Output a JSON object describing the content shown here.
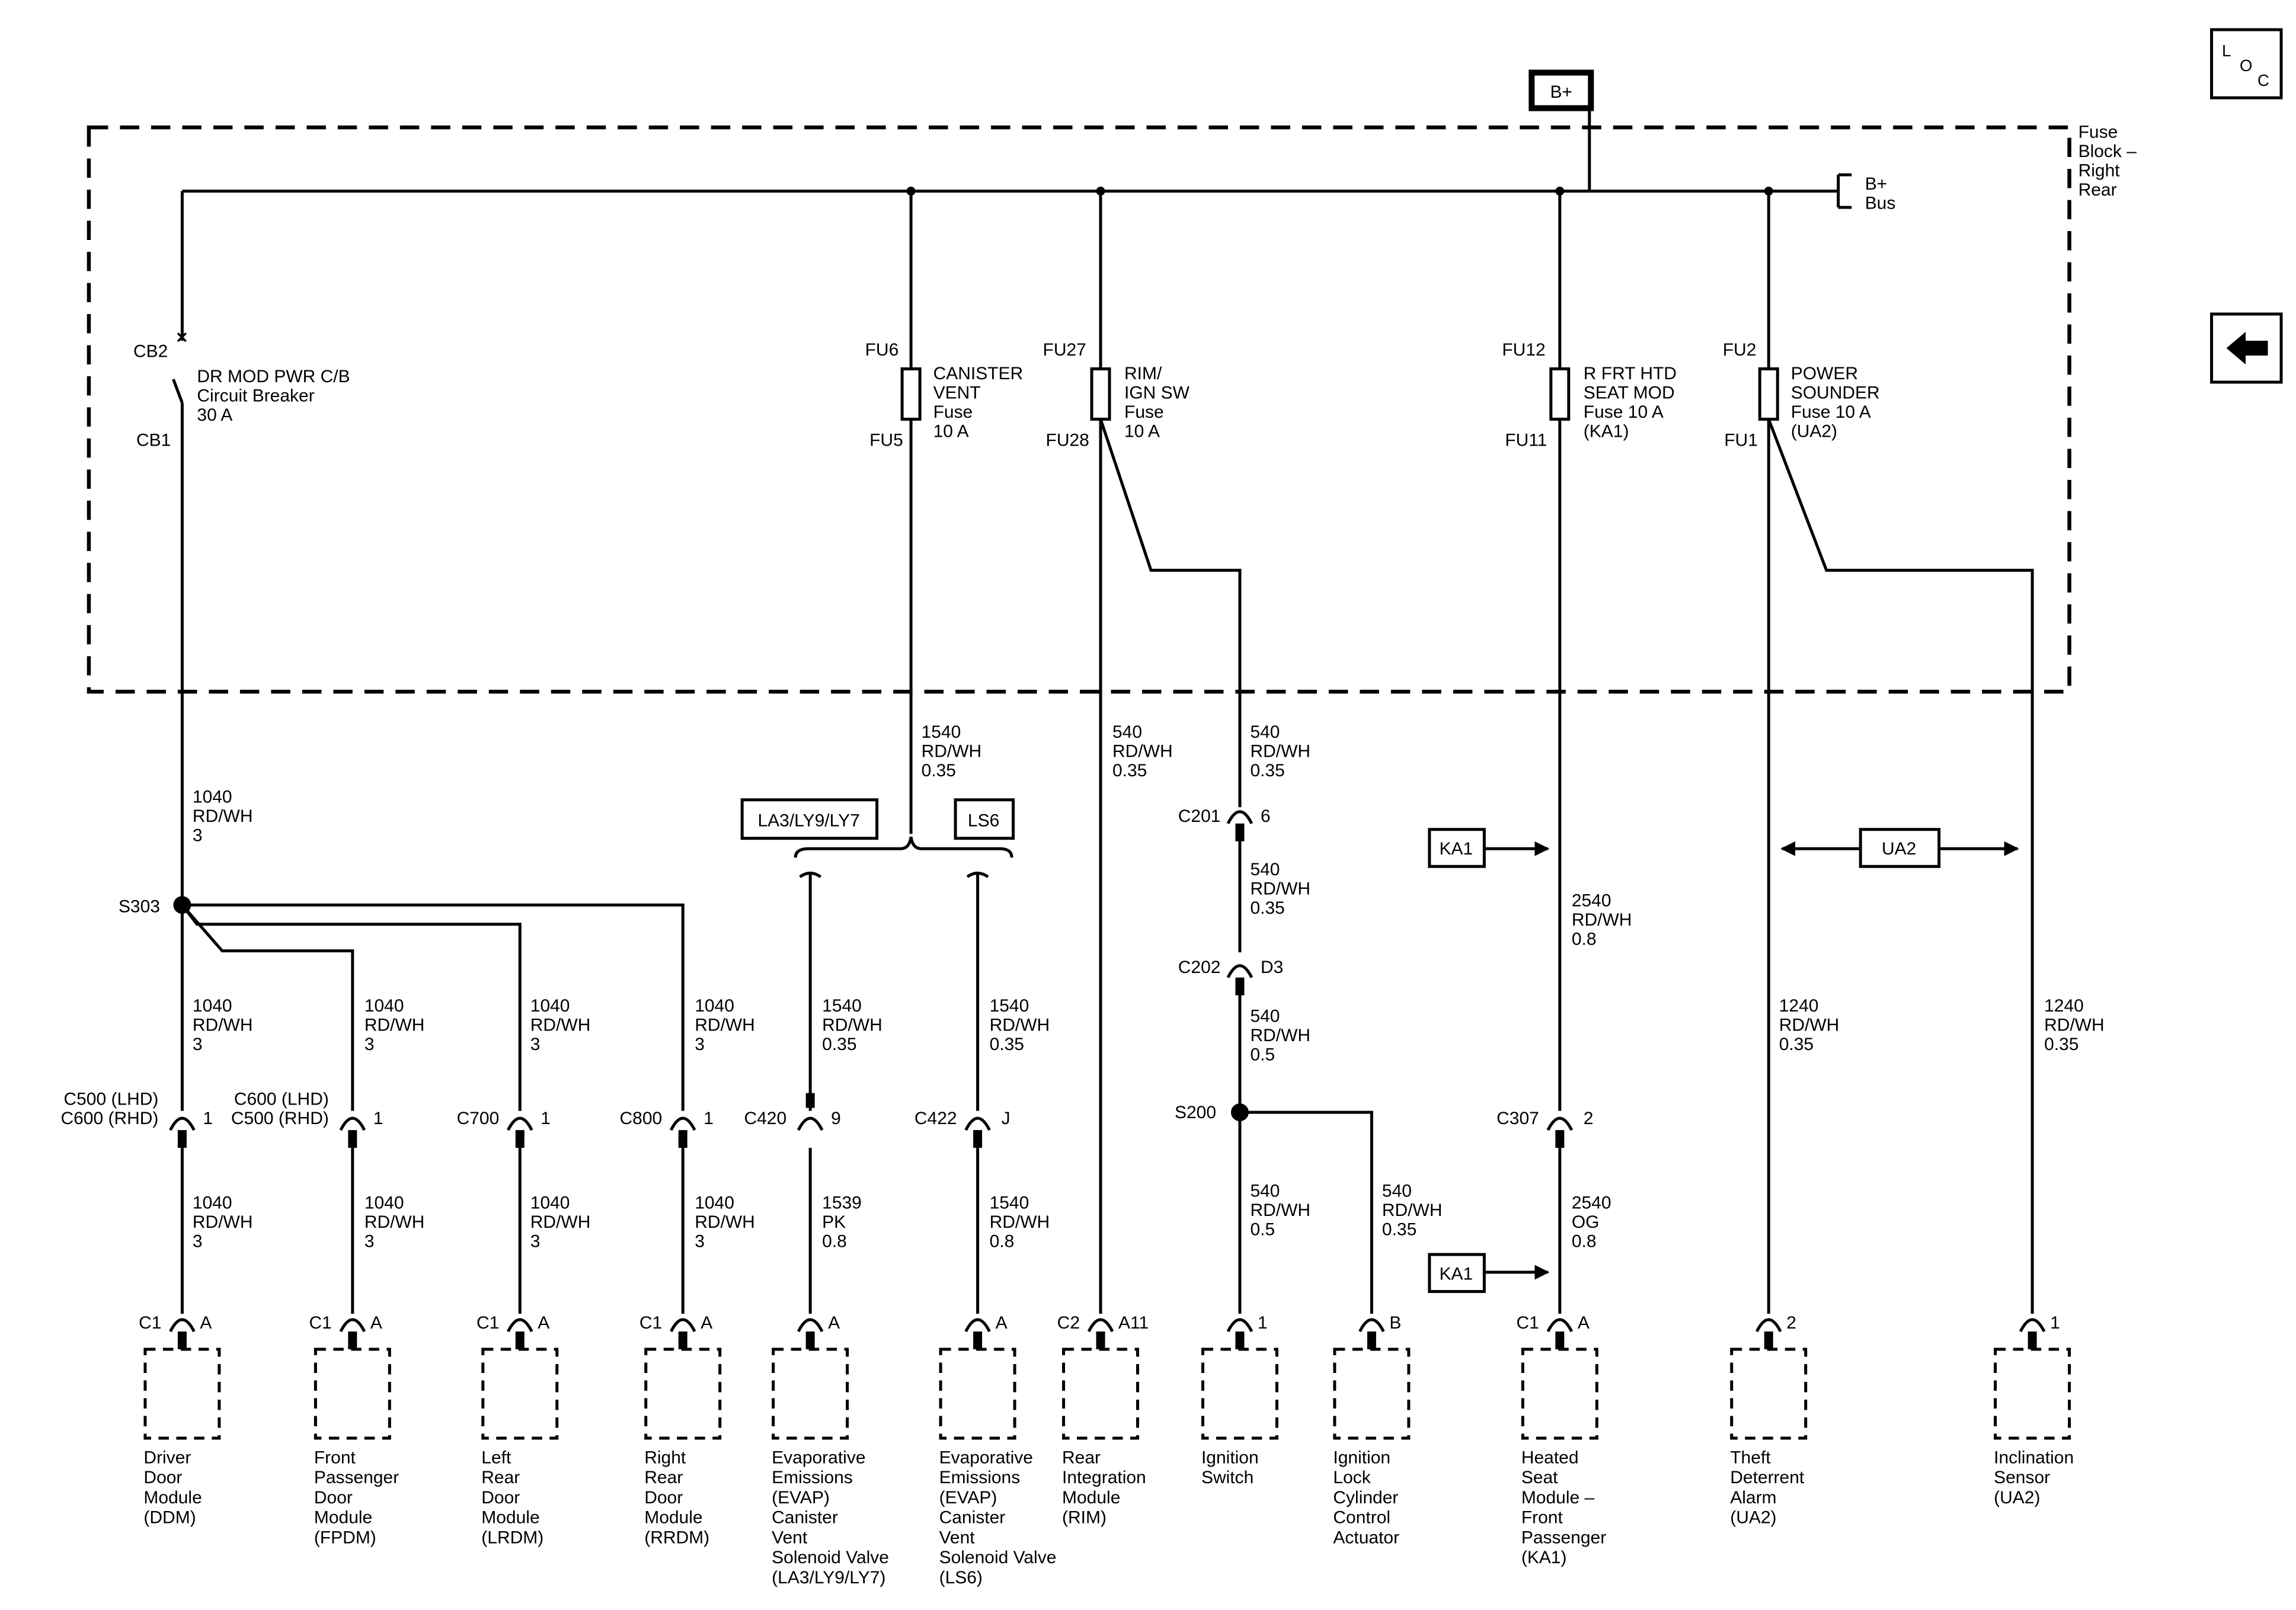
{
  "power_source": {
    "label": "B+"
  },
  "loc_icon": {
    "l": "L",
    "o": "O",
    "c": "C"
  },
  "back_icon": {
    "glyph": "🡄"
  },
  "fuse_block": {
    "name_lines": [
      "Fuse",
      "Block –",
      "Right",
      "Rear"
    ],
    "bus_lines": [
      "B+",
      "Bus"
    ]
  },
  "fuses": [
    {
      "top_pin": "CB2",
      "bottom_pin": "CB1",
      "lines": [
        "DR MOD PWR C/B",
        "Circuit Breaker",
        "30 A"
      ]
    },
    {
      "top_pin": "FU6",
      "bottom_pin": "FU5",
      "lines": [
        "CANISTER",
        "VENT",
        "Fuse",
        "10 A"
      ]
    },
    {
      "top_pin": "FU27",
      "bottom_pin": "FU28",
      "lines": [
        "RIM/",
        "IGN SW",
        "Fuse",
        "10 A"
      ]
    },
    {
      "top_pin": "FU12",
      "bottom_pin": "FU11",
      "lines": [
        "R FRT HTD",
        "SEAT MOD",
        "Fuse 10 A",
        "(KA1)"
      ]
    },
    {
      "top_pin": "FU2",
      "bottom_pin": "FU1",
      "lines": [
        "POWER",
        "SOUNDER",
        "Fuse 10 A",
        "(UA2)"
      ]
    }
  ],
  "wire_labels": [
    [
      "1040",
      "RD/WH",
      "3"
    ],
    [
      "1540",
      "RD/WH",
      "0.35"
    ],
    [
      "540",
      "RD/WH",
      "0.35"
    ],
    [
      "540",
      "RD/WH",
      "0.35"
    ],
    [
      "540",
      "RD/WH",
      "0.35"
    ],
    [
      "540",
      "RD/WH",
      "0.5"
    ],
    [
      "2540",
      "RD/WH",
      "0.8"
    ],
    [
      "1040",
      "RD/WH",
      "3"
    ],
    [
      "1040",
      "RD/WH",
      "3"
    ],
    [
      "1040",
      "RD/WH",
      "3"
    ],
    [
      "1040",
      "RD/WH",
      "3"
    ],
    [
      "1540",
      "RD/WH",
      "0.35"
    ],
    [
      "1540",
      "RD/WH",
      "0.35"
    ],
    [
      "1240",
      "RD/WH",
      "0.35"
    ],
    [
      "1240",
      "RD/WH",
      "0.35"
    ],
    [
      "1040",
      "RD/WH",
      "3"
    ],
    [
      "1040",
      "RD/WH",
      "3"
    ],
    [
      "1040",
      "RD/WH",
      "3"
    ],
    [
      "1040",
      "RD/WH",
      "3"
    ],
    [
      "1539",
      "PK",
      "0.8"
    ],
    [
      "1540",
      "RD/WH",
      "0.8"
    ],
    [
      "540",
      "RD/WH",
      "0.5"
    ],
    [
      "540",
      "RD/WH",
      "0.35"
    ],
    [
      "2540",
      "OG",
      "0.8"
    ]
  ],
  "splices": [
    "S303",
    "S200"
  ],
  "options": {
    "left": "LA3/LY9/LY7",
    "right": "LS6",
    "ka1": "KA1",
    "ua2": "UA2"
  },
  "connectors": [
    {
      "name": "C201",
      "pin": "6"
    },
    {
      "name": "C202",
      "pin": "D3"
    },
    {
      "name_lines": [
        "C500 (LHD)",
        "C600 (RHD)"
      ],
      "pin": "1"
    },
    {
      "name_lines": [
        "C600 (LHD)",
        "C500 (RHD)"
      ],
      "pin": "1"
    },
    {
      "name": "C700",
      "pin": "1"
    },
    {
      "name": "C800",
      "pin": "1"
    },
    {
      "name": "C420",
      "pin": "9"
    },
    {
      "name": "C422",
      "pin": "J"
    },
    {
      "name": "C307",
      "pin": "2"
    }
  ],
  "components": [
    {
      "conn": "C1",
      "pin": "A",
      "lines": [
        "Driver",
        "Door",
        "Module",
        "(DDM)"
      ]
    },
    {
      "conn": "C1",
      "pin": "A",
      "lines": [
        "Front",
        "Passenger",
        "Door",
        "Module",
        "(FPDM)"
      ]
    },
    {
      "conn": "C1",
      "pin": "A",
      "lines": [
        "Left",
        "Rear",
        "Door",
        "Module",
        "(LRDM)"
      ]
    },
    {
      "conn": "C1",
      "pin": "A",
      "lines": [
        "Right",
        "Rear",
        "Door",
        "Module",
        "(RRDM)"
      ]
    },
    {
      "conn": "",
      "pin": "A",
      "lines": [
        "Evaporative",
        "Emissions",
        "(EVAP)",
        "Canister",
        "Vent",
        "Solenoid Valve",
        "(LA3/LY9/LY7)"
      ]
    },
    {
      "conn": "",
      "pin": "A",
      "lines": [
        "Evaporative",
        "Emissions",
        "(EVAP)",
        "Canister",
        "Vent",
        "Solenoid Valve",
        "(LS6)"
      ]
    },
    {
      "conn": "C2",
      "pin": "A11",
      "lines": [
        "Rear",
        "Integration",
        "Module",
        "(RIM)"
      ]
    },
    {
      "conn": "",
      "pin": "1",
      "lines": [
        "Ignition",
        "Switch"
      ]
    },
    {
      "conn": "",
      "pin": "B",
      "lines": [
        "Ignition",
        "Lock",
        "Cylinder",
        "Control",
        "Actuator"
      ]
    },
    {
      "conn": "C1",
      "pin": "A",
      "lines": [
        "Heated",
        "Seat",
        "Module –",
        "Front",
        "Passenger",
        "(KA1)"
      ]
    },
    {
      "conn": "",
      "pin": "2",
      "lines": [
        "Theft",
        "Deterrent",
        "Alarm",
        "(UA2)"
      ]
    },
    {
      "conn": "",
      "pin": "1",
      "lines": [
        "Inclination",
        "Sensor",
        "(UA2)"
      ]
    }
  ]
}
